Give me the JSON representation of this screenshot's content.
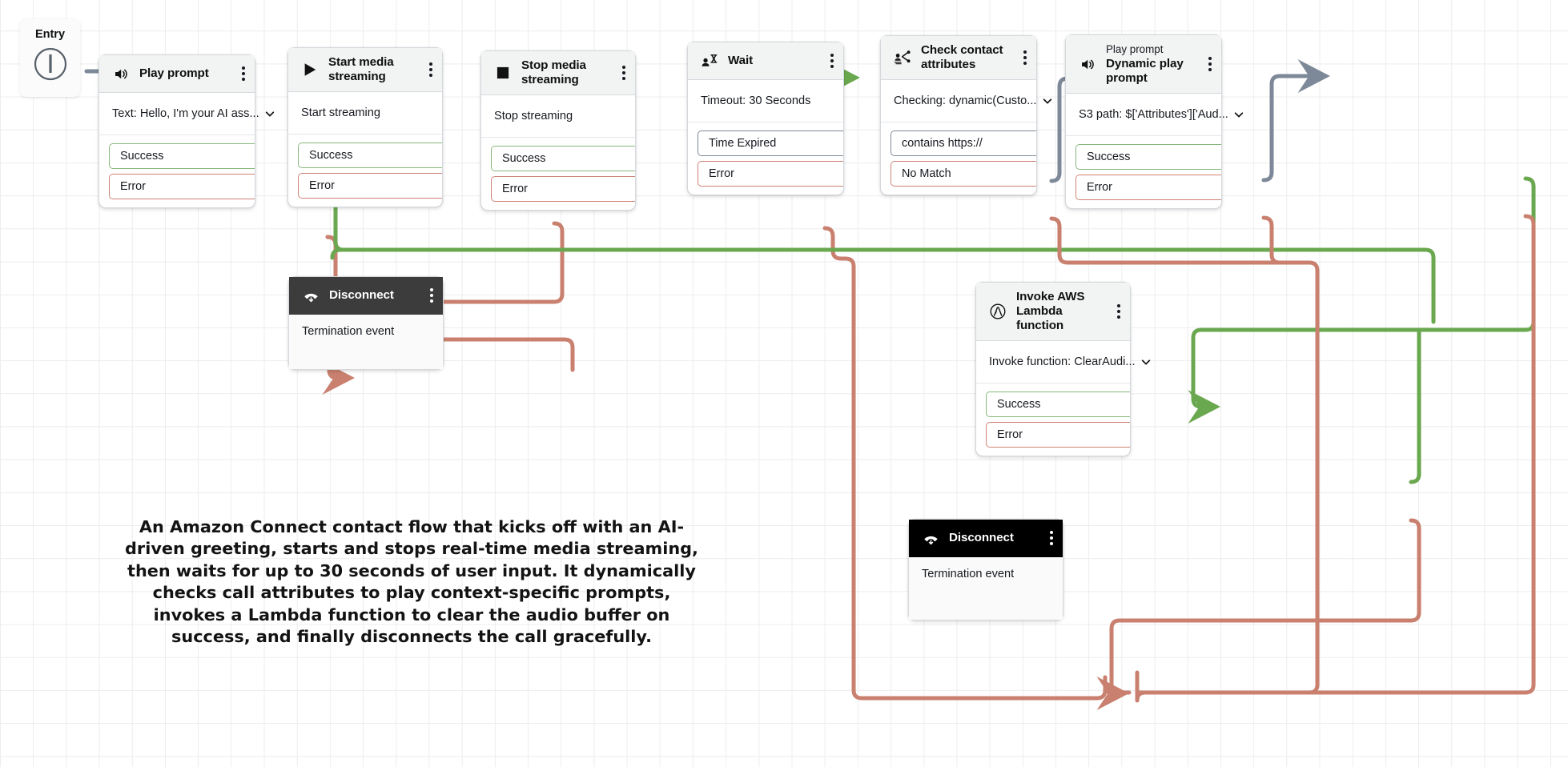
{
  "canvas": {
    "background_color": "#ffffff",
    "grid_color": "#ededed"
  },
  "colors": {
    "success_green": "#6aa84f",
    "error_red": "#c9806f",
    "neutral_gray": "#7d8998",
    "card_header": "#f2f3f3",
    "dark_header": "#3c3c3c",
    "black_header": "#000000"
  },
  "entry": {
    "label": "Entry",
    "icon": "entry-circle-icon"
  },
  "nodes": [
    {
      "id": "play-prompt",
      "icon": "speaker-icon",
      "title": "Play prompt",
      "subtitle": "",
      "body": "Text: Hello, I'm your AI ass...",
      "has_chevron": true,
      "ports": [
        {
          "label": "Success",
          "kind": "success"
        },
        {
          "label": "Error",
          "kind": "error"
        }
      ]
    },
    {
      "id": "start-media-streaming",
      "icon": "play-triangle-icon",
      "title": "Start media streaming",
      "subtitle": "",
      "body": "Start streaming",
      "has_chevron": false,
      "ports": [
        {
          "label": "Success",
          "kind": "success"
        },
        {
          "label": "Error",
          "kind": "error"
        }
      ]
    },
    {
      "id": "stop-media-streaming",
      "icon": "stop-square-icon",
      "title": "Stop media streaming",
      "subtitle": "",
      "body": "Stop streaming",
      "has_chevron": false,
      "ports": [
        {
          "label": "Success",
          "kind": "success"
        },
        {
          "label": "Error",
          "kind": "error"
        }
      ]
    },
    {
      "id": "wait",
      "icon": "person-hourglass-icon",
      "title": "Wait",
      "subtitle": "",
      "body": "Timeout: 30 Seconds",
      "has_chevron": false,
      "ports": [
        {
          "label": "Time Expired",
          "kind": "neutral"
        },
        {
          "label": "Error",
          "kind": "error"
        }
      ]
    },
    {
      "id": "check-contact-attributes",
      "icon": "branch-icon",
      "title": "Check contact attributes",
      "subtitle": "",
      "body": "Checking: dynamic(Custo...",
      "has_chevron": true,
      "ports": [
        {
          "label": "contains https://",
          "kind": "neutral"
        },
        {
          "label": "No Match",
          "kind": "error"
        }
      ]
    },
    {
      "id": "dynamic-play-prompt",
      "icon": "speaker-icon",
      "title": "Dynamic play prompt",
      "subtitle": "Play prompt",
      "body": "S3 path: $['Attributes']['Aud...",
      "has_chevron": true,
      "ports": [
        {
          "label": "Success",
          "kind": "success"
        },
        {
          "label": "Error",
          "kind": "error"
        }
      ]
    },
    {
      "id": "disconnect-1",
      "icon": "hangup-phone-icon",
      "title": "Disconnect",
      "subtitle": "",
      "body": "Termination event",
      "has_chevron": false,
      "ports": []
    },
    {
      "id": "invoke-lambda",
      "icon": "lambda-icon",
      "title": "Invoke AWS Lambda function",
      "subtitle": "",
      "body": "Invoke function: ClearAudi...",
      "has_chevron": true,
      "ports": [
        {
          "label": "Success",
          "kind": "success"
        },
        {
          "label": "Error",
          "kind": "error"
        }
      ]
    },
    {
      "id": "disconnect-2",
      "icon": "hangup-phone-icon",
      "title": "Disconnect",
      "subtitle": "",
      "body": "Termination event",
      "has_chevron": false,
      "ports": []
    }
  ],
  "description": "An Amazon Connect contact flow that kicks off with an AI-driven greeting, starts and stops real-time media streaming, then waits for up to 30 seconds of user input. It dynamically checks call attributes to play context-specific prompts, invokes a Lambda function to clear the audio buffer on success, and finally disconnects the call gracefully."
}
